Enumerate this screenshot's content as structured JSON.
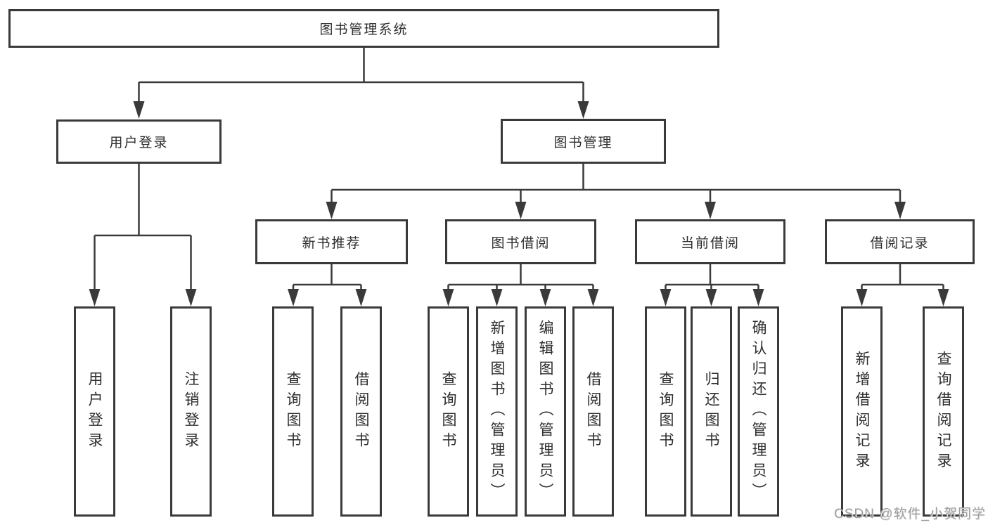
{
  "colors": {
    "background": "#ffffff",
    "line": "#3a3a3a",
    "box_border": "#3a3a3a",
    "text": "#2e2e2e",
    "watermark": "#9e9e9e"
  },
  "tree": {
    "label": "图书管理系统",
    "children": [
      {
        "label": "用户登录",
        "children": [
          {
            "label": "用户登录"
          },
          {
            "label": "注销登录"
          }
        ]
      },
      {
        "label": "图书管理",
        "children": [
          {
            "label": "新书推荐",
            "children": [
              {
                "label": "查询图书"
              },
              {
                "label": "借阅图书"
              }
            ]
          },
          {
            "label": "图书借阅",
            "children": [
              {
                "label": "查询图书"
              },
              {
                "label": "新增图书（管理员）"
              },
              {
                "label": "编辑图书（管理员）"
              },
              {
                "label": "借阅图书"
              }
            ]
          },
          {
            "label": "当前借阅",
            "children": [
              {
                "label": "查询图书"
              },
              {
                "label": "归还图书"
              },
              {
                "label": "确认归还（管理员）"
              }
            ]
          },
          {
            "label": "借阅记录",
            "children": [
              {
                "label": "新增借阅记录"
              },
              {
                "label": "查询借阅记录"
              }
            ]
          }
        ]
      }
    ]
  },
  "watermark": {
    "text": "CSDN @软件_小贺同学"
  }
}
